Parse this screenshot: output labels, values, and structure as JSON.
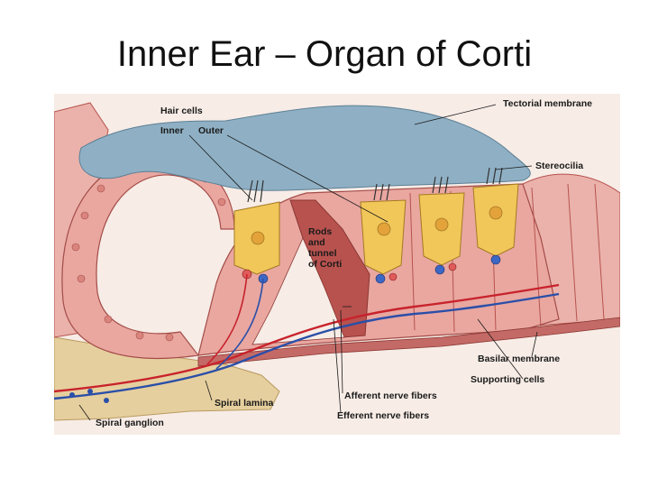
{
  "slide": {
    "title": "Inner Ear – Organ of Corti"
  },
  "diagram": {
    "labels": {
      "hair_cells": "Hair cells",
      "inner": "Inner",
      "outer": "Outer",
      "tectorial_membrane": "Tectorial membrane",
      "stereocilia": "Stereocilia",
      "rods_line1": "Rods",
      "rods_line2": "and",
      "rods_line3": "tunnel",
      "rods_line4": "of Corti",
      "basilar_membrane": "Basilar membrane",
      "supporting_cells": "Supporting cells",
      "afferent_nerve_fibers": "Afferent nerve fibers",
      "efferent_nerve_fibers": "Efferent nerve fibers",
      "spiral_lamina": "Spiral lamina",
      "spiral_ganglion": "Spiral ganglion"
    },
    "colors": {
      "tissue_pink": "#e9a7a0",
      "tissue_dark": "#b8524e",
      "tectorial_blue": "#8fb0c4",
      "hair_cell_yellow": "#f2c75a",
      "nerve_red": "#c8232c",
      "nerve_blue": "#2a4fa8",
      "bone_tan": "#e6cf9e"
    }
  }
}
